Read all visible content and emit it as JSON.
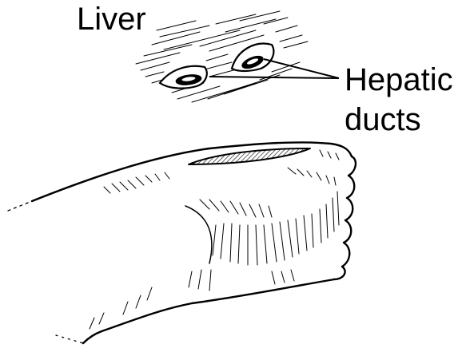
{
  "labels": {
    "liver": "Liver",
    "hepatic_ducts_line1": "Hepatic",
    "hepatic_ducts_line2": "ducts"
  },
  "colors": {
    "ink": "#000000",
    "paper": "#ffffff"
  }
}
